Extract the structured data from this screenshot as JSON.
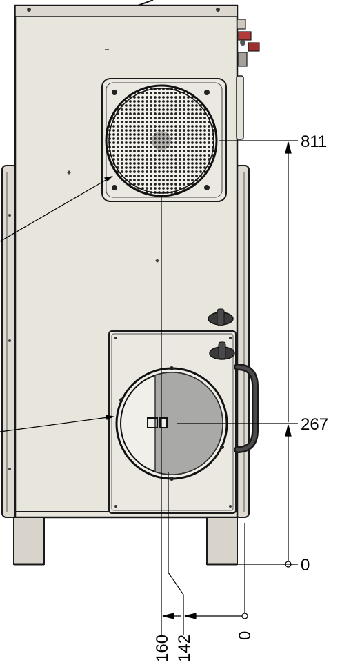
{
  "colors": {
    "body": "#e8e5dd",
    "body_shade": "#d6d2c8",
    "panel": "#ebe8e1",
    "outline": "#1a1a1a",
    "grille": "#2b2b2b",
    "damper": "#a9a9a7",
    "leg": "#d8d4cc",
    "dimension": "#000000"
  },
  "dimensions": {
    "vertical": {
      "top_outlet": "811",
      "bottom_inlet": "267",
      "origin": "0"
    },
    "horizontal": {
      "outlet_offset": "160",
      "inlet_offset": "142",
      "origin": "0"
    }
  },
  "icons": [
    "fan-grille-icon",
    "round-inlet-icon",
    "knob-icon",
    "handle-icon",
    "connector-icon"
  ]
}
